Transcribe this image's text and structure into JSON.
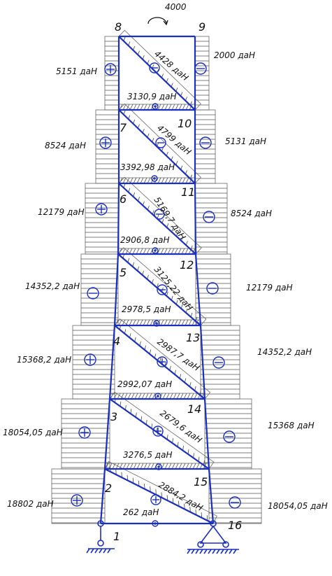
{
  "moment_label": "4000",
  "nodes": [
    {
      "id": "1",
      "label": "1"
    },
    {
      "id": "2",
      "label": "2"
    },
    {
      "id": "3",
      "label": "3"
    },
    {
      "id": "4",
      "label": "4"
    },
    {
      "id": "5",
      "label": "5"
    },
    {
      "id": "6",
      "label": "6"
    },
    {
      "id": "7",
      "label": "7"
    },
    {
      "id": "8",
      "label": "8"
    },
    {
      "id": "9",
      "label": "9"
    },
    {
      "id": "10",
      "label": "10"
    },
    {
      "id": "11",
      "label": "11"
    },
    {
      "id": "12",
      "label": "12"
    },
    {
      "id": "13",
      "label": "13"
    },
    {
      "id": "14",
      "label": "14"
    },
    {
      "id": "15",
      "label": "15"
    },
    {
      "id": "16",
      "label": "16"
    }
  ],
  "left_posts": [
    {
      "label": "5151 даН",
      "sign": "+"
    },
    {
      "label": "8524 даН",
      "sign": "+"
    },
    {
      "label": "12179 даН",
      "sign": "+"
    },
    {
      "label": "14352,2 даН",
      "sign": "−"
    },
    {
      "label": "15368,2 даН",
      "sign": "+"
    },
    {
      "label": "18054,05 даН",
      "sign": "+"
    },
    {
      "label": "18802 даН",
      "sign": "+"
    }
  ],
  "right_posts": [
    {
      "label": "2000 даН",
      "sign": "−"
    },
    {
      "label": "5131 даН",
      "sign": "−"
    },
    {
      "label": "8524 даН",
      "sign": "−"
    },
    {
      "label": "12179 даН",
      "sign": "−"
    },
    {
      "label": "14352,2 даН",
      "sign": "−"
    },
    {
      "label": "15368 даН",
      "sign": "−"
    },
    {
      "label": "18054,05 даН",
      "sign": "−"
    }
  ],
  "horizontals": [
    {
      "label": "3130,9 даН",
      "sign": "+"
    },
    {
      "label": "3392,98 даН",
      "sign": "+"
    },
    {
      "label": "2906,8 даН",
      "sign": "+"
    },
    {
      "label": "2978,5 даН",
      "sign": "+"
    },
    {
      "label": "2992,07 даН",
      "sign": "+"
    },
    {
      "label": "3276,5 даН",
      "sign": "+"
    },
    {
      "label": "262 даН",
      "sign": "+"
    }
  ],
  "diagonals": [
    {
      "label": "4428 даН",
      "sign": "−"
    },
    {
      "label": "4799 даН",
      "sign": "−"
    },
    {
      "label": "5169,7 даН",
      "sign": "−"
    },
    {
      "label": "3125,22 даН",
      "sign": "−"
    },
    {
      "label": "2987,7 даН",
      "sign": "+"
    },
    {
      "label": "2679,6 даН",
      "sign": "+"
    },
    {
      "label": "2884,2 даН",
      "sign": "+"
    }
  ]
}
